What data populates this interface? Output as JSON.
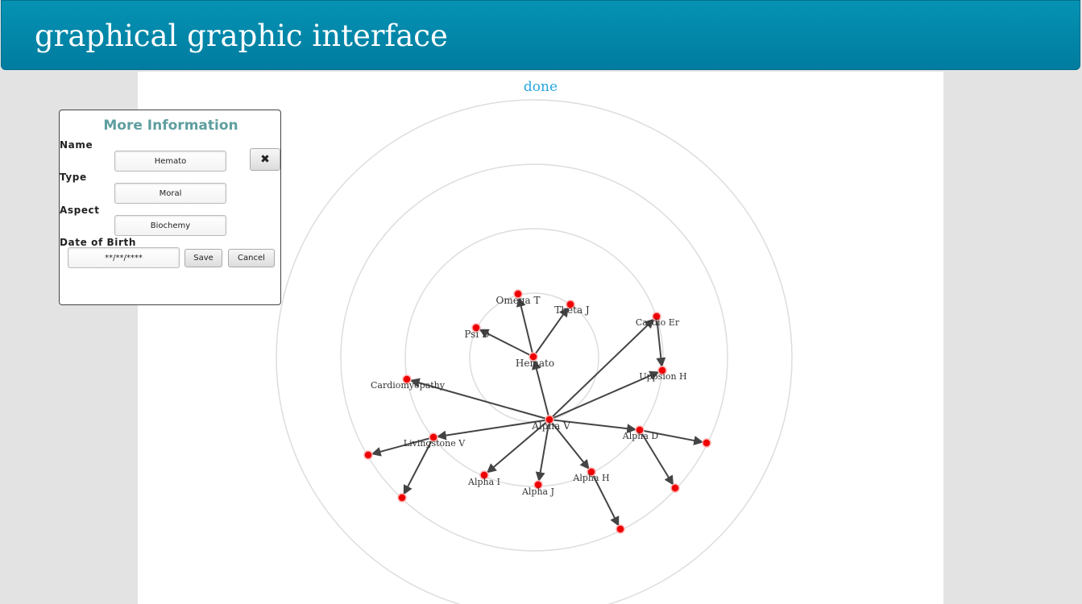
{
  "header": {
    "title": "graphical graphic interface"
  },
  "status": "done",
  "panel": {
    "title": "More Information",
    "name_label": "Name",
    "name_value": "Hemato",
    "type_label": "Type",
    "type_value": "Moral",
    "aspect_label": "Aspect",
    "aspect_value": "Biochemy",
    "dob_label": "Date of Birth",
    "dob_value": "**/**/****",
    "save_label": "Save",
    "cancel_label": "Cancel",
    "close_icon": "close-icon",
    "close_glyph": "✖"
  },
  "graph": {
    "node_color": "#ee0000",
    "edge_color": "#444444",
    "ring_color": "#dddddd",
    "nodes": [
      {
        "id": "alpha-v",
        "label": "Alpha V"
      },
      {
        "id": "hemato",
        "label": "Hemato"
      },
      {
        "id": "omega-t",
        "label": "Omega T"
      },
      {
        "id": "theta-j",
        "label": "Theta J"
      },
      {
        "id": "psi-d",
        "label": "Psi D"
      },
      {
        "id": "cardio-er",
        "label": "Cardio Er"
      },
      {
        "id": "uppsion-h",
        "label": "Uppsion H"
      },
      {
        "id": "cardiomyopathy",
        "label": "Cardiomyopathy"
      },
      {
        "id": "livingstone-v",
        "label": "Livingstone V"
      },
      {
        "id": "alpha-i",
        "label": "Alpha I"
      },
      {
        "id": "alpha-j",
        "label": "Alpha J"
      },
      {
        "id": "alpha-h",
        "label": "Alpha H"
      },
      {
        "id": "alpha-d",
        "label": "Alpha D"
      },
      {
        "id": "leaf-1",
        "label": ""
      },
      {
        "id": "leaf-2",
        "label": ""
      },
      {
        "id": "leaf-3",
        "label": ""
      },
      {
        "id": "leaf-4",
        "label": ""
      },
      {
        "id": "leaf-5",
        "label": ""
      }
    ],
    "edges": [
      [
        "alpha-v",
        "hemato"
      ],
      [
        "hemato",
        "omega-t"
      ],
      [
        "hemato",
        "theta-j"
      ],
      [
        "hemato",
        "psi-d"
      ],
      [
        "alpha-v",
        "cardio-er"
      ],
      [
        "cardio-er",
        "uppsion-h"
      ],
      [
        "alpha-v",
        "uppsion-h"
      ],
      [
        "alpha-v",
        "cardiomyopathy"
      ],
      [
        "alpha-v",
        "livingstone-v"
      ],
      [
        "livingstone-v",
        "leaf-1"
      ],
      [
        "livingstone-v",
        "leaf-2"
      ],
      [
        "alpha-v",
        "alpha-i"
      ],
      [
        "alpha-v",
        "alpha-j"
      ],
      [
        "alpha-v",
        "alpha-h"
      ],
      [
        "alpha-h",
        "leaf-3"
      ],
      [
        "alpha-v",
        "alpha-d"
      ],
      [
        "alpha-d",
        "leaf-4"
      ],
      [
        "alpha-d",
        "leaf-5"
      ]
    ]
  }
}
